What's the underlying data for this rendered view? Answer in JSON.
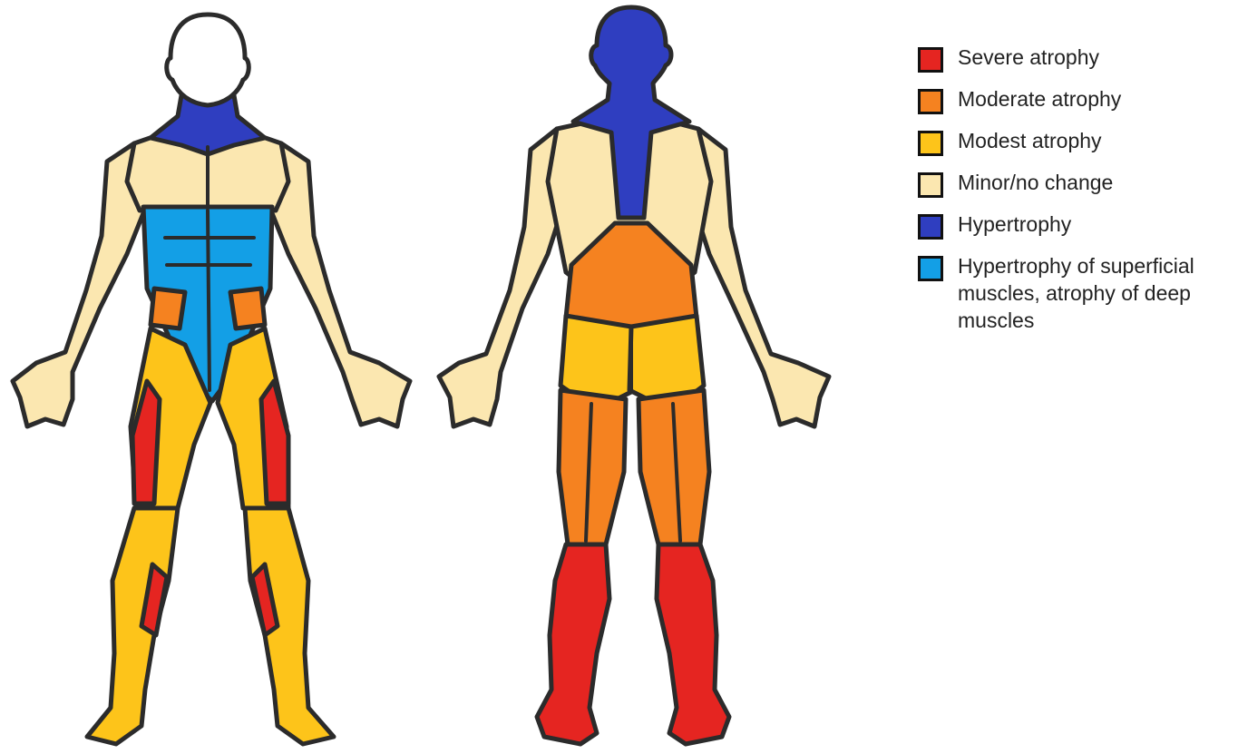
{
  "colors": {
    "severe": "#e52521",
    "moderate": "#f58220",
    "modest": "#fdc41a",
    "minor": "#fbe7b0",
    "hypertrophy": "#2f3ec0",
    "superficial": "#139fe6",
    "outline": "#2b2b2b",
    "head_front": "#ffffff"
  },
  "legend": [
    {
      "key": "severe",
      "label": "Severe atrophy"
    },
    {
      "key": "moderate",
      "label": "Moderate atrophy"
    },
    {
      "key": "modest",
      "label": "Modest atrophy"
    },
    {
      "key": "minor",
      "label": "Minor/no change"
    },
    {
      "key": "hypertrophy",
      "label": "Hypertrophy"
    },
    {
      "key": "superficial",
      "label": "Hypertrophy of superficial muscles, atrophy of deep muscles"
    }
  ],
  "regions": {
    "front": {
      "head": "head_front",
      "neck": "hypertrophy",
      "chest_shoulders_arms": "minor",
      "abdomen": "superficial",
      "hip_flexors": "moderate",
      "adductors": "modest",
      "outer_thigh": "severe",
      "lower_leg": "modest",
      "shin": "severe"
    },
    "back": {
      "head_neck_upper_back": "hypertrophy",
      "upper_back_arms": "minor",
      "lower_back": "moderate",
      "gluteals": "modest",
      "hamstrings": "moderate",
      "calves": "severe"
    }
  }
}
